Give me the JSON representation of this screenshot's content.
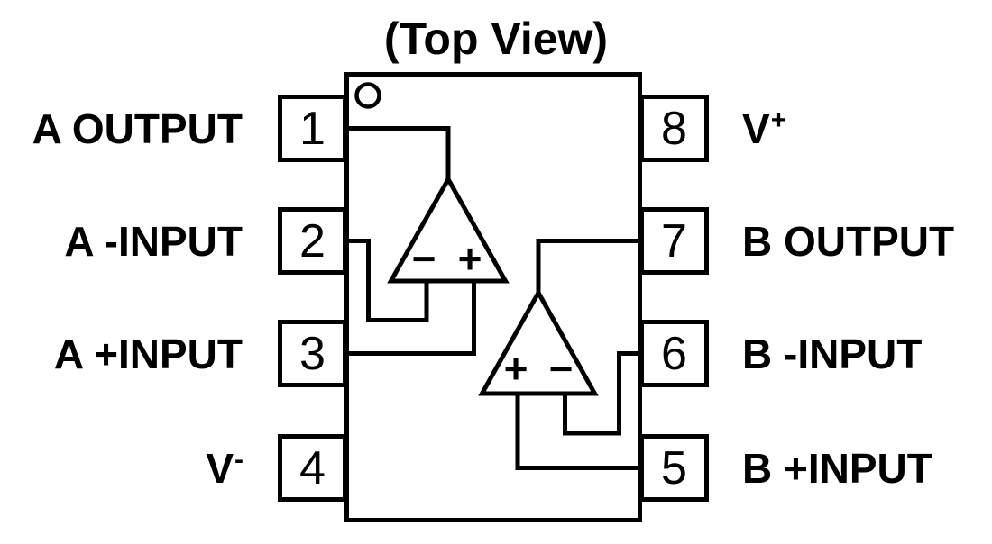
{
  "title": "(Top View)",
  "colors": {
    "ink": "#000000",
    "paper": "#ffffff"
  },
  "package": {
    "type": "8-pin dual in-line, top view",
    "pin1_indicator": "circle"
  },
  "pins": {
    "left": [
      {
        "number": "1",
        "label": "A OUTPUT",
        "sup": ""
      },
      {
        "number": "2",
        "label": "A -INPUT",
        "sup": ""
      },
      {
        "number": "3",
        "label": "A +INPUT",
        "sup": ""
      },
      {
        "number": "4",
        "label": "V",
        "sup": "-"
      }
    ],
    "right": [
      {
        "number": "8",
        "label": "V",
        "sup": "+"
      },
      {
        "number": "7",
        "label": "B OUTPUT",
        "sup": ""
      },
      {
        "number": "6",
        "label": "B -INPUT",
        "sup": ""
      },
      {
        "number": "5",
        "label": "B +INPUT",
        "sup": ""
      }
    ]
  },
  "opamp_marks": {
    "inverting": "−",
    "noninverting": "+"
  }
}
